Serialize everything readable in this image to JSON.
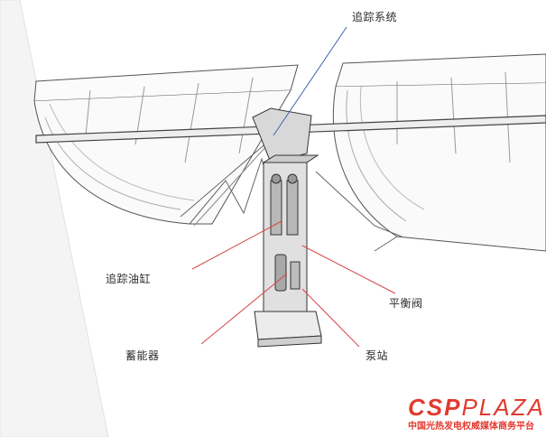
{
  "labels": {
    "tracking_system": "追踪系统",
    "tracking_cylinder": "追踪油缸",
    "balance_valve": "平衡阀",
    "accumulator": "蓄能器",
    "pump_station": "泵站"
  },
  "logo": {
    "csp": "CSP",
    "plaza": "PLAZA",
    "caption": "中国光热发电权威媒体商务平台"
  },
  "colors": {
    "leader_blue": "#3f66a8",
    "leader_red": "#d6474a",
    "brand_red": "#e23a2f",
    "sketch": "#555555"
  }
}
